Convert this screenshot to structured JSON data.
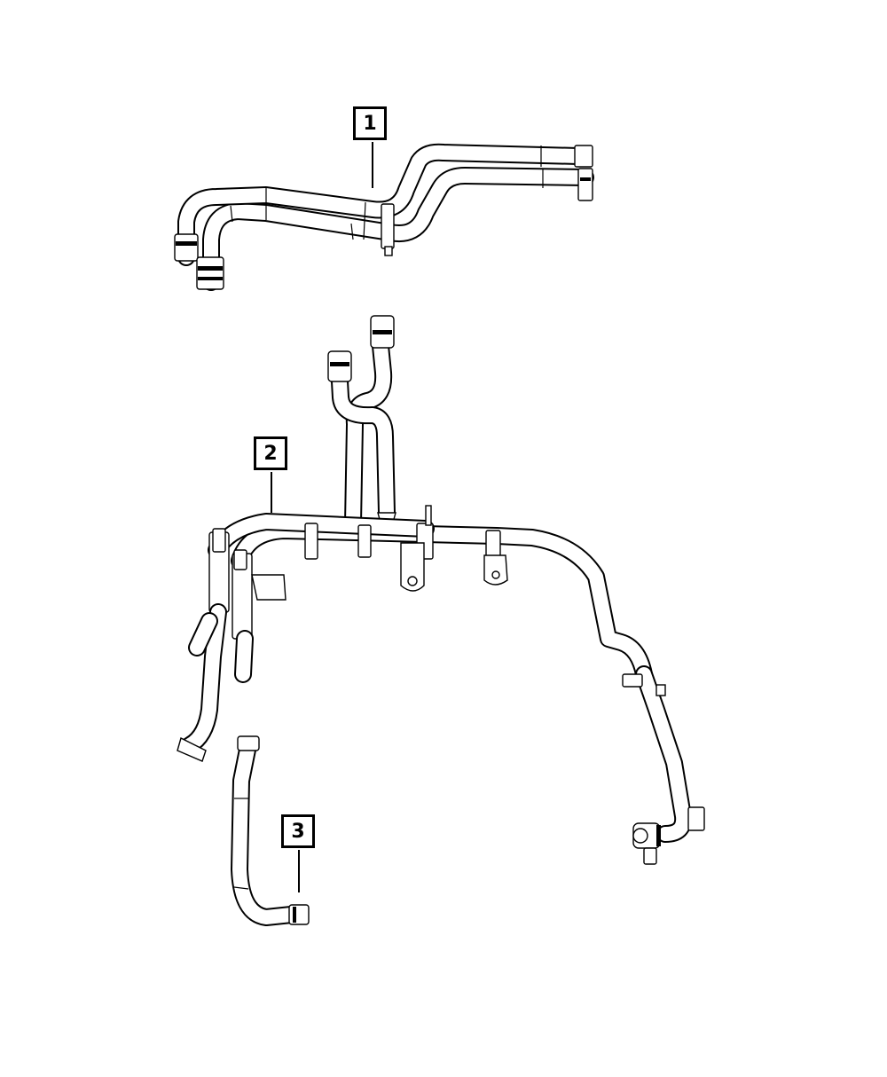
{
  "callouts": [
    {
      "id": "1",
      "label": "1"
    },
    {
      "id": "2",
      "label": "2"
    },
    {
      "id": "3",
      "label": "3"
    }
  ],
  "colors": {
    "line": "#000000",
    "background": "#ffffff"
  },
  "icons": [
    "hose-assembly-1",
    "hose-assembly-2",
    "hose-3"
  ]
}
